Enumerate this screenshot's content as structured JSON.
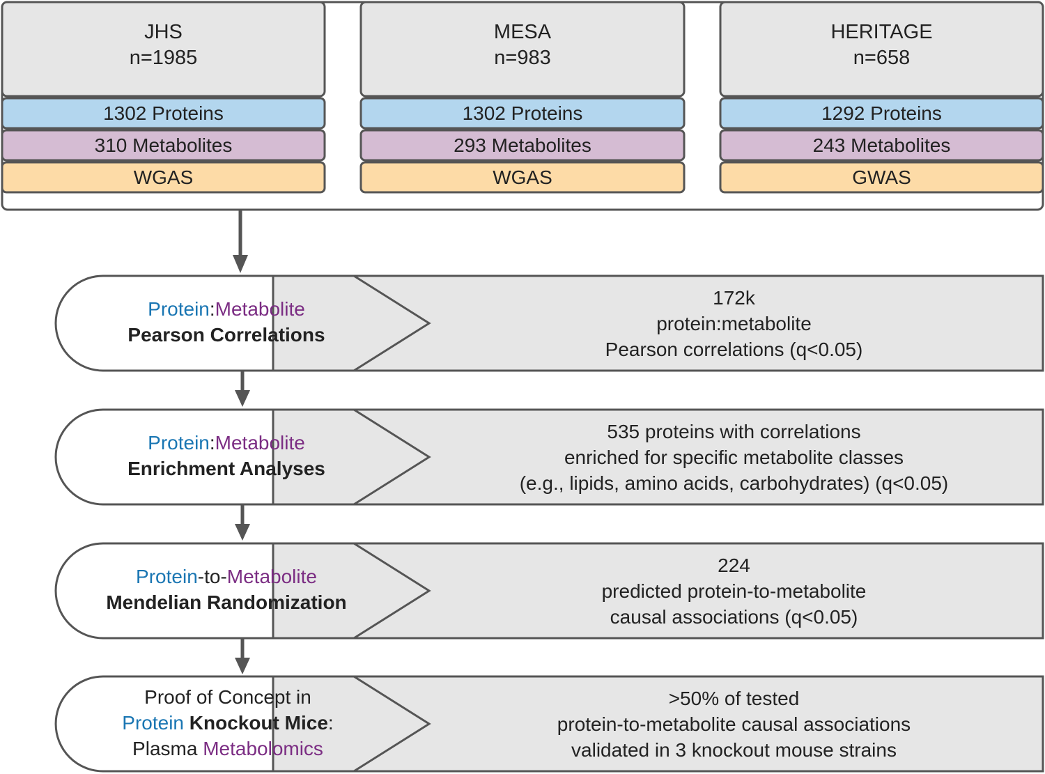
{
  "colors": {
    "protein_text": "#1a76b3",
    "metabolite_text": "#7b2d83",
    "box_gray": "#e6e6e6",
    "proteins_fill": "#b3d6ee",
    "metabolites_fill": "#d5bcd3",
    "genetics_fill": "#fddba7",
    "stroke": "#555555"
  },
  "cohorts": [
    {
      "name": "JHS",
      "n": "n=1985",
      "proteins": "1302 Proteins",
      "metabolites": "310 Metabolites",
      "genetics": "WGAS"
    },
    {
      "name": "MESA",
      "n": "n=983",
      "proteins": "1302 Proteins",
      "metabolites": "293 Metabolites",
      "genetics": "WGAS"
    },
    {
      "name": "HERITAGE",
      "n": "n=658",
      "proteins": "1292 Proteins",
      "metabolites": "243 Metabolites",
      "genetics": "GWAS"
    }
  ],
  "stages": [
    {
      "label": {
        "protein": "Protein",
        "sep": ":",
        "metabolite": "Metabolite",
        "title": "Pearson Correlations"
      },
      "result": [
        "172k",
        "protein:metabolite",
        "Pearson correlations (q<0.05)"
      ]
    },
    {
      "label": {
        "protein": "Protein",
        "sep": ":",
        "metabolite": "Metabolite",
        "title": "Enrichment Analyses"
      },
      "result": [
        "535 proteins with correlations",
        "enriched for specific metabolite classes",
        "(e.g., lipids, amino acids, carbohydrates) (q<0.05)"
      ]
    },
    {
      "label": {
        "protein": "Protein",
        "sep": "-to-",
        "metabolite": "Metabolite",
        "title": "Mendelian Randomization"
      },
      "result": [
        "224",
        "predicted protein-to-metabolite",
        "causal associations (q<0.05)"
      ]
    },
    {
      "label": {
        "line1": "Proof of Concept in",
        "protein": "Protein",
        "bold": "Knockout Mice",
        "colon": ":",
        "plain": "Plasma",
        "metabolite": "Metabolomics"
      },
      "result": [
        ">50% of tested",
        "protein-to-metabolite causal associations",
        "validated in 3 knockout mouse strains"
      ]
    }
  ]
}
